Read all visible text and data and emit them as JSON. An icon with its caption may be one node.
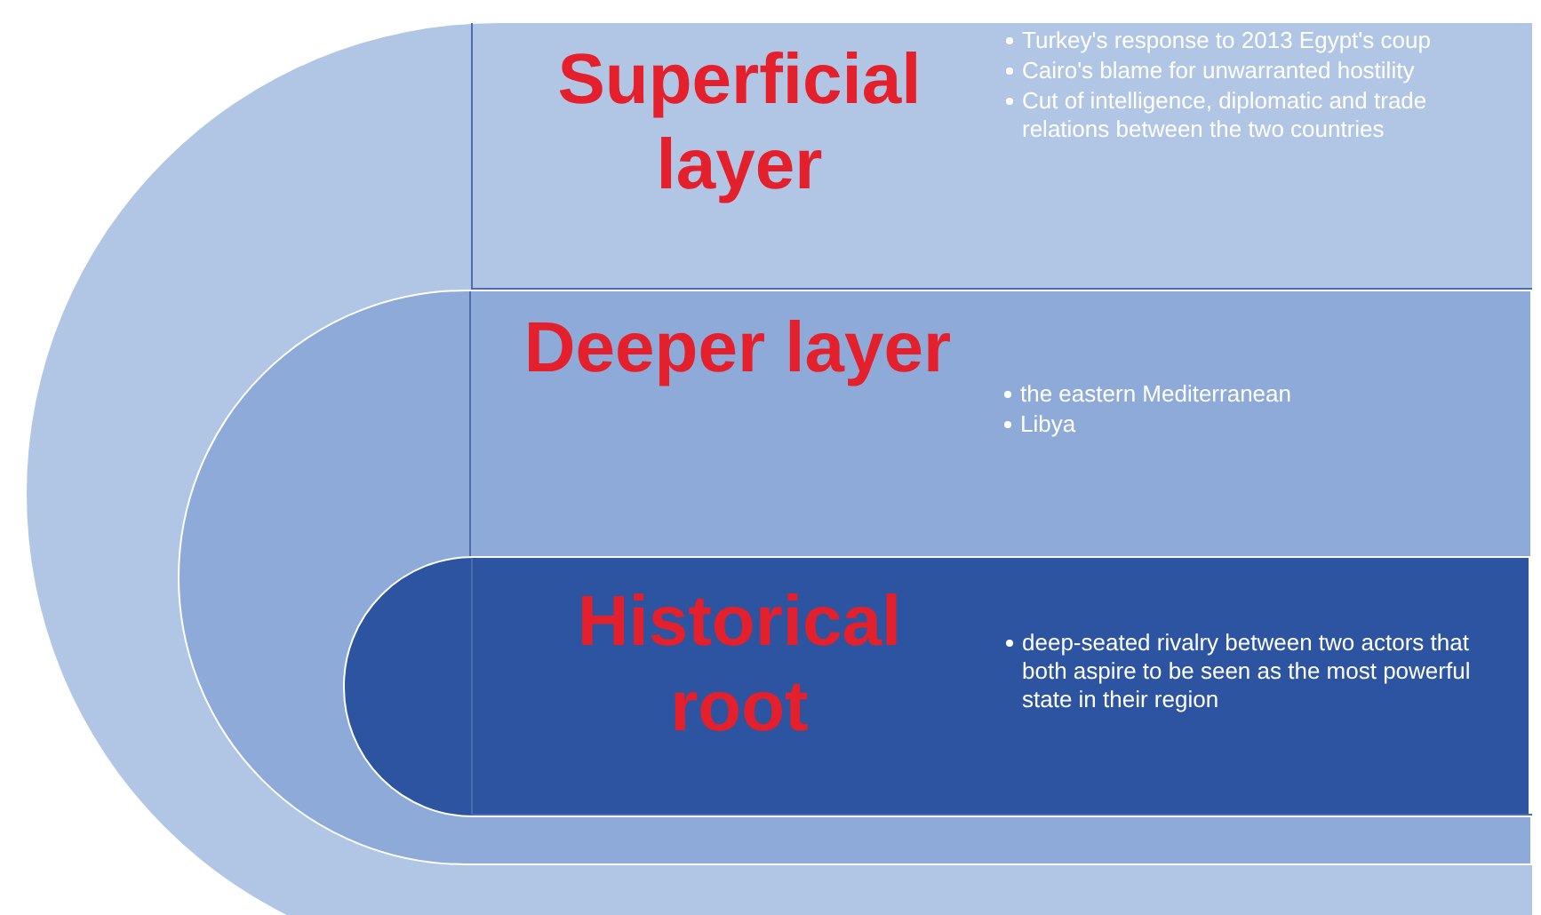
{
  "diagram": {
    "nodes": [
      {
        "text": [
          "Superficial layer",
          "Turkey's response to 2013 Egypt's coup",
          "Cairo's blame for unwarranted hostility",
          "Cut of intelligence, diplomatic and trade relations between the two countries"
        ]
      },
      {
        "text": [
          "Deeper layer",
          "the eastern Mediterranean",
          "Libya"
        ],
        "in": 0
      },
      {
        "text": [
          "Historical root",
          "deep-seated rivalry between two actors that both aspire to be seen as the most powerful state in their region"
        ],
        "in": 1
      }
    ]
  }
}
